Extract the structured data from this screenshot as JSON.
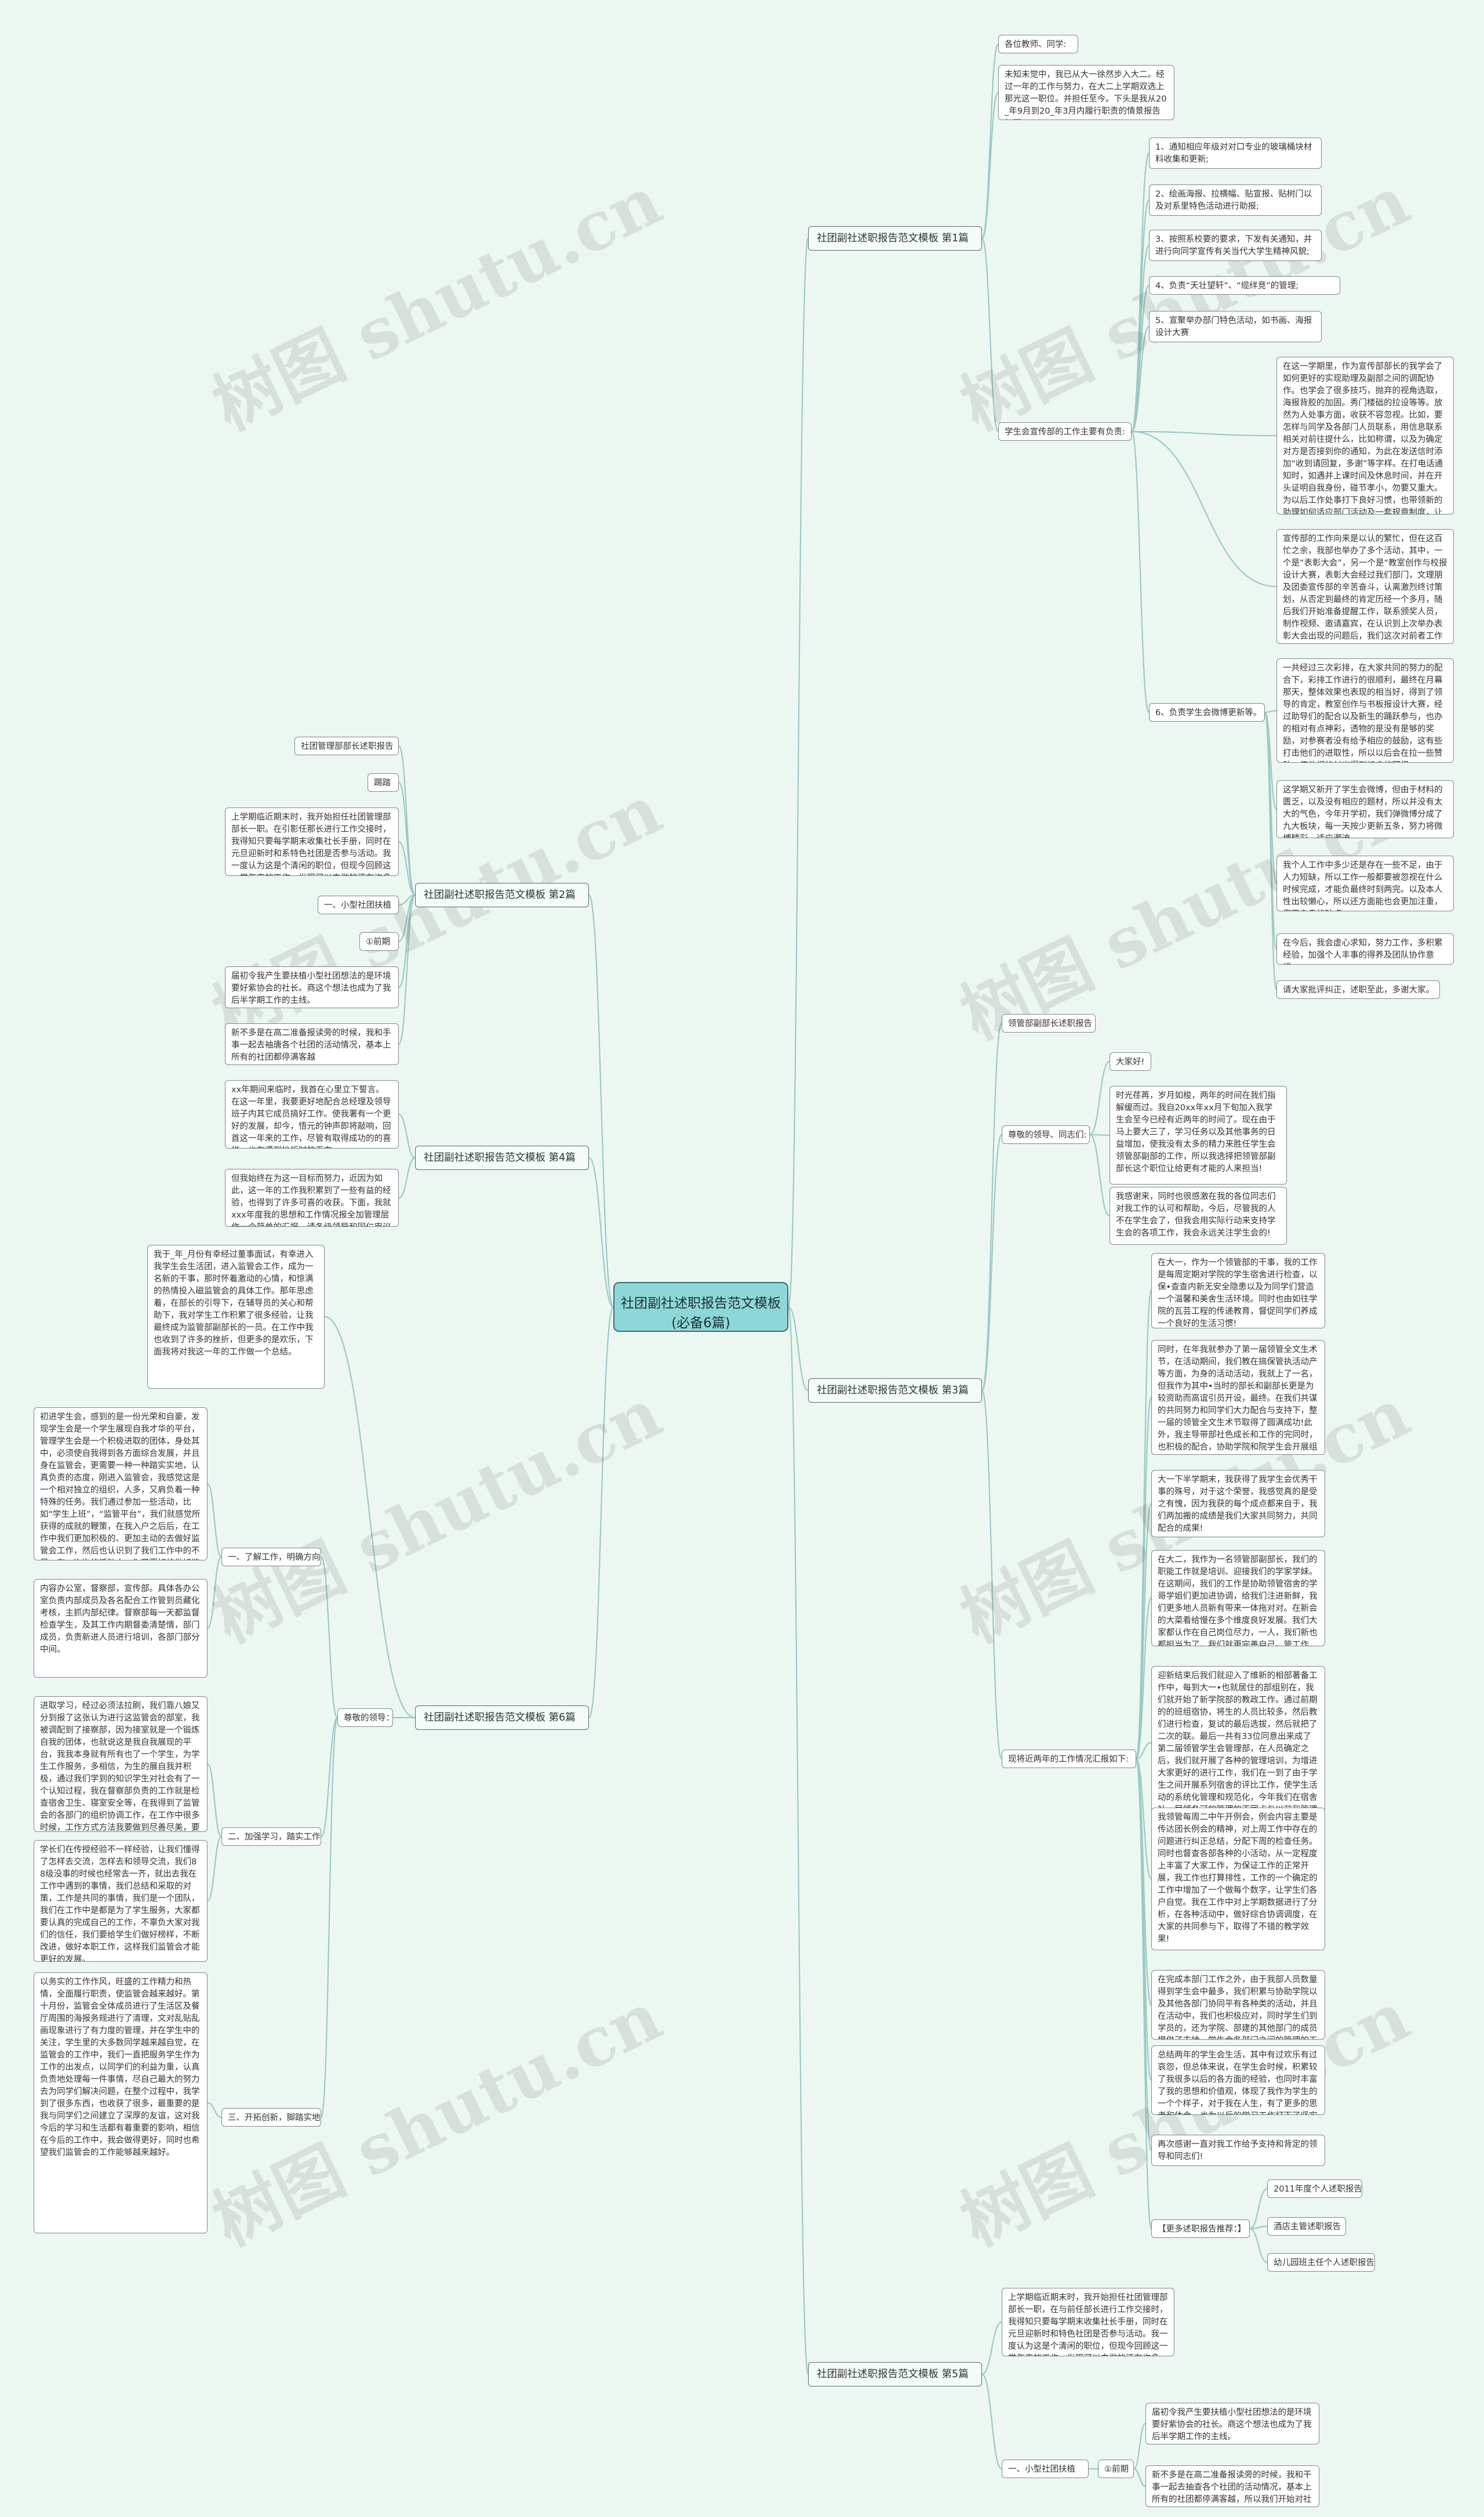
{
  "root": {
    "title": "社团副社述职报告范文模板(必备6篇)"
  },
  "branches": [
    {
      "label": "社团副社述职报告范文模板 第1篇"
    },
    {
      "label": "社团副社述职报告范文模板 第2篇"
    },
    {
      "label": "社团副社述职报告范文模板 第4篇"
    },
    {
      "label": "社团副社述职报告范文模板 第3篇"
    },
    {
      "label": "社团副社述职报告范文模板 第6篇"
    },
    {
      "label": "社团副社述职报告范文模板 第5篇"
    }
  ],
  "watermark": "树图 shutu.cn",
  "nodes": {
    "b1_greet": "各位教师、同学:",
    "b1_intro": "未知未觉中，我已从大一徐然步入大二。经过一年的工作与努力，在大二上学期双选上那光这一职位。并担任至今。下头是我从20_年9月到20_年3月内履行职责的情景报告如下:",
    "b1_l1": "1、通知相应年级对对口专业的玻璃桶块材料收集和更新;",
    "b1_l2": "2、绘画海报、拉横幅、贴宣报、贴树门以及对系里特色活动进行助报;",
    "b1_l3": "3、按照系校要的要求，下发有关通知，并进行向同学宣传有关当代大学生精神风貌;",
    "b1_l4": "4、负责“天壮望轩”、“缆绊竞”的管理;",
    "b1_l5": "5、宣聚举办部门特色活动，如书画、海报设计大赛",
    "b1_xs": "学生会宣传部的工作主要有负责:",
    "b1_xs_t1": "在这一学期里，作为宣传部部长的我学会了如何更好的实现助理及副部之间的调配协作。也学会了很多技巧，抛弃的视角选取，海报背胶的加固。秀门楼础的拉设等等。放然为人处事方面，收获不容忽视。比如，要怎样与同学及各部门人员联系，用信息联系相关对前往提什么，比如称谓，以及为确定对方是否接到你的通知，为此在发送信时添加“收到请回复，多谢”等字样。在打电话通知时，如遇并上课时间及休息时间，并在开头证明自我身份，碰节孝小，勿要又重大。为以后工作处事打下良好习惯，也带领新的助理如何适应部门活动及一套规章制度，让他们学会并为下任如何带领好宣传部做了预六。",
    "b1_xs_t2": "宣传部的工作向来是以认的繁忙，但在这百忙之余，我部也举办了多个活动，其中，一个是“表彰大会”，另一个是“教室创作与校报设计大赛，表彰大会经过我们部门，文理朋及团委宣传部的辛苦奋斗，认离激烈终讨策划，从否定到最终的肯定历经一个多月，随后我们开始准备提醒工作，联系颁奖人员，制作视频、邀请嘉宾，在认识到上次举办表彰大会出现的问题后，我们这次对前者工作进行更加严格的审核。",
    "b1_6": "6、负责学生会微博更新等。",
    "b1_6_t1": "一共经过三次彩排，在大家共同的努力的配合下，彩排工作进行的很顺利，最终在月幕那天，整体效果也表现的相当好，得到了领导的肯定，教室创作与书板报设计大赛，经过助导们的配合以及新生的踊跃参与，也办的相对有点神彩，透物的是没有是够的奖励，对参赛者没有给予相应的鼓励，这有些打击他们的进取性，所以以后会在拉一些赞助，使他们的付出得到相应的回报。",
    "b1_6_t2": "这学期又新开了学生会微博，但由于材料的匮乏，以及没有相应的题材，所以并没有太大的气色，今年开学初，我们弹微博分成了九大板块，每一天按少更新五条，努力将微博精彩。适应潮流。",
    "b1_6_t3": "我个人工作中多少还是存在一些不足，由于人力短缺，所以工作一般都要被忽视在什么时候完成，才能负最终时刻两完。以及本人性出较懒心，所以还方面能也会更加注重，您正自身的缺点。",
    "b1_6_t4": "在今后，我会虚心求知，努力工作，多积累经验，加强个人丰事的得养及团队协作意识。",
    "b1_6_t5": "请大家批评纠正，述职至此，多谢大家。",
    "b2_n1": "社团管理部部长述职报告",
    "b2_n2": "踢踏",
    "b2_n3": "上学期临近期末时，我开始担任社团管理部部长一职。在引影任那长进行工作交接时，我得知只要每学期末收集社长手册，同时在元旦迎新时和系特色社团是否参与活动。我一度认为这是个清闲的职位，但现今回顾这一学年来的工作，发现可以去做的还有许多很多。",
    "b2_n4": "一、小型社团扶植",
    "b2_n5": "①前期",
    "b2_n6": "届初令我产生要扶植小型社团想法的是环境要好紫协会的社长。商这个想法也成为了我后半学期工作的主线。",
    "b2_n7": "新不多是在高二准备报读旁的时候，我和手事一起去袖唐各个社团的活动情况，基本上所有的社团都停满客越",
    "b4_n1": "xx年期间来临时，我首在心里立下誓言。在这一年里，我要更好地配合总经理及领导班子内其它成员搞好工作。使我署有一个更好的发展，却今，悟元的钟声即将敲响，回首这一年来的工作，尽管有取得成功的的喜悦，也有遇到挫折时的无奈",
    "b4_n2": "但我始终在为这一目标而努力，近因为如此，这一年的工作我积累到了一些有益的经验，也得到了许多可喜的收获。下面，我就xxx年度我的思想和工作情况报全加管理层作一个简单的汇报，请各级领导和同仁审议和指正。",
    "b3_n1": "领管部副部长述职报告",
    "b3_n2": "尊敬的领导、同志们:",
    "b3_n3": "大家好!",
    "b3_n4": "时光荏苒，岁月如梭，两年的时间在我们指解缓而过。我自20xx年xx月下旬加入我学生会至今已经有近两年的时间了。现在由于马上要大三了，学习任务以及其他事务的日益增加，使我没有太多的精力来胜任学生会领管部副部的工作，所以我选择把领管部副部长这个职位让给更有才能的人来担当!",
    "b3_n5": "我感谢来，同时也很感激在我的各位同志们对我工作的认可和帮助，今后，尽管我的人不在学生会了，但我会用实际行动来支持学生会的各项工作，我会永远关注学生会的!",
    "b3_n6": "现将近两年的工作情况汇报如下:",
    "b3_t1": "在大一，作为一个领管部的干事，我的工作是每周定期对学院的学生宿舍进行检查，以保•查查内新无安全隐患以及为同学们营造一个温馨和美舍生活环境。同时也由如往学院的瓦芸工程的传递教育，督促同学们养成一个良好的生活习惯!",
    "b3_t2": "同时，在年我就参办了第一届领管全文生术节，在活动期间，我们教在搞保管执活动产等方面，为身的活动活动，我就上了一名，但我作为其中•当时的部长和副部长更是为较资助而高谊引员开设，最终。在我们共谋的共同努力和同学们大力配合与支持下，整一届的领管全文生术节取得了圆满成功!此外，我主导带部社色成长和工作的完同时，也积极的配合，协助学院和院学生会开展组织参加多各种活动，积极的跳远学院的各项工作!",
    "b3_t3": "大一下半学期末，我获得了我学生会优秀干事的殊号，对于这个荣誉，我感觉真的是受之有愧，因为我获的每个成点都来自于，我们两加搬的成绩是我们大家共同努力，共同配合的成果!",
    "b3_t4": "在大二，我作为一名领管部副部长，我们的职能工作就是培训、迎接我们的学家学妹。在这期间，我们的工作是协助领管宿舍的学哥学姐们更加进协调，给我们注进新鲜，我们更多地人员新有带来一体拖对对。在新会的大菜看给慢在多个维度良好发展。我们大家都认作在自己岗位尽力，一人，我们新也都担当为了，我们就更完善自己。管工作，得到了凝智老师的好评!",
    "b3_t5": "迎新结束后我们就迎入了维新的相部著备工作中，每到大一•也就居住的部组别在，我们就开始了新学院部的教政工作。通过前期的的班组宿协，将生的人员比较多，然后教们进行检查，复试的最后选拔，然后就把了二次的联。最后一共有33位同意出来成了第二届领管学生会管理部，在人员确定之后，我们就开展了各种的管理培训，为增进大家更好的进行工作，我们在一到了由于学生之间开展系列宿舍的评比工作，使学生活动的系统化管理和规范化，今年我们在宿舍社一届领各可的管理的不同点与以前我管理在新寝室，这个效果也很明显!",
    "b3_t6": "我领管每周二中午开例会，例会内容主要是传达团长例会的精神，对上周工作中存在的问题进行纠正总结，分配下周的检查任务。同时也督查各部各种的小活动，从一定程度上丰富了大家工作，为保证工作的正常开展，我工作也打算排性，工作的一个确定的工作中增加了一个做每个数字，让学生们各户自觉。我在工作中对上学期数据进行了分析，在各种活动中，做好综合协调调度，在大家的共同参与下，取得了不错的教学效果!",
    "b3_t7": "在完成本部门工作之外，由于我部人员数量得到学生会中最多，我们积累与协助学院以及其他各部门协同平有各种类的活动，并且在活动中，我们也积极应对，同时学生们到学员的，还为学院、部建的其他部门的成员提供了支持，学生会各部门之间的管理的工作，让我们大家的参与在大家庭中，让大家更加团结。",
    "b3_t8": "总结两年的学生会生活，其中有过欢乐有过哀怨，但总体来说，在学生会时候，积累较了我很多以后的各方面的经验，也同时丰富了我的思想和价值观，体现了我作为学生的一个个样子，对于我在人生，有了更多的思考和体会，也为以后的学习工作打下了坚实的基础!",
    "b3_t9": "再次感谢一直对我工作给予支持和背定的领导和同志们!",
    "b3_more": "【更多述职报告推荐：】",
    "b3_m1": "2011年度个人述职报告",
    "b3_m2": "酒店主管述职报告",
    "b3_m3": "幼儿园班主任个人述职报告",
    "b6_intro": "我于_年_月份有幸经过董事面试，有幸进入我学生会生活团，进入监管会工作，成为一名新的干事，那时怀着激动的心情，和惊满的热情投入磁监管会的具体工作。那年思虑着，在部长的引导下，在辅导员的关心和帮助下，我对学生工作积累了很多经验，让我最终成为监管部副部长的一员。在工作中我也收到了许多的挫折，但更多的是欢乐，下面我将对我这一年的工作做一个总结。",
    "b6_1": "一、了解工作，明确方向",
    "b6_1t1": "初进学生会，感到的是一份光荣和自豪，发现学生会是一个学生展现自我才华的平台，管理学生会是一个积极进取的团体，身处其中，必须使自我得到各方面综合发展，并且身在监管会，更需要一种一种踏实实地，认真负责的态度，刚进入监管会，我感觉这是一个相对独立的组织，人多，又肩负着一种特殊的任务。我们通过参加一些活动，比如“学生上班”，“监管平台”，我们就感觉所获得的成就的鞭策，在我入户之后后，在工作中我们更加积极的、更加主动的去做好监管会工作，然后也认识到了我们工作中的不足，在一次次的活动中，为了更好的做好监管会和管理好学生会，大家都发挥了自身特点优势，一起去配合，在工作中不断提升自我能力。",
    "b6_1t2": "内容办公室，督察部，宣传部。具体各办公室负责内部成员及各名配合工作管到员藏化考核，主抓内部纪律。督察部每一天都监督检查学生，及其工作内期督委清楚情，部门成员，负责新进人员进行培训，各部门部分中间。",
    "b6_2": "二、加强学习，踏实工作",
    "b6_2t1": "进取学习，经过必须法拉刷，我们靠八娘又分到报了这张认为进行这监管会的部室，我被调配到了接察部，因为接室就是一个锻炼自我的团体，也就说这是我自我展现的平台，我我本身就有所有也了一个学生，为学生工作服务，多相信，为生的展自我并积极，通过我们学到的知识学生对社会有了一个认知过程，我在督察部负责的工作就是检查宿舍卫生、寝室安全等，在我得到了监管会的各部门的组织协调工作，在工作中很多时候，工作方式方法我要做到尽善尽美，要有充足的准备。",
    "b6_2t2": "学长们在传授经验不一样经验，让我们懂得了怎样去交流，怎样去和领导交流，我们88级没事的时候也经常去一齐，就出去我在工作中遇到的事情，我们总结和采取的对策，工作是共同的事情，我们是一个团队，我们在工作中是都是为了学生服务，大家都要认真的完成自己的工作，不辜负大家对我们的信任，我们要给学生们做好榜样，不断改进，做好本职工作，这样我们监管会才能更好的发展。",
    "b6_3": "三、开拓创新，脚踏实地",
    "b6_3t1": "以务实的工作作风，旺盛的工作精力和热情，全面履行职责，使监管会越来越好。第十月份，监管会全体成员进行了生活区及餐厅周围的海报务规进行了清理，文对乱贴乱画现象进行了有力度的管理，并在学生中的关注，学生里的大多数同学越来越自觉，在监管会的工作中，我们一直把服务学生作为工作的出发点，以同学们的利益为重，认真负责地处理每一件事情，尽自己最大的努力去为同学们解决问题，在整个过程中，我学到了很多东西，也收获了很多，最重要的是我与同学们之间建立了深厚的友谊，这对我今后的学习和生活都有着重要的影响，相信在今后的工作中，我会做得更好，同时也希望我们监管会的工作能够越来越好。",
    "b6_n4": "尊敬的领导：",
    "b5_n1": "上学期临近期末时，我开始担任社团管理部部长一职，在与前任部长进行工作交接时，我得知只要每学期末收集社长手册，同时在元旦迎新时和特色社团是否参与活动。我一度认为这是个清闲的职位，但现今回顾这一学年来的工作，发现可以去做的还有许多。",
    "b5_n2": "一、小型社团扶植",
    "b5_n3": "①前期",
    "b5_n4": "届初令我产生要扶植小型社团想法的是环境要好紫协会的社长。商这个想法也成为了我后半学期工作的主线。",
    "b5_n5": "新不多是在高二准备报读旁的时候，我和干事一起去抽查各个社团的活动情况，基本上所有的社团都停满客越，所以我们开始对社团的活动进行了调查和分析，发现小型社团的问题。"
  }
}
